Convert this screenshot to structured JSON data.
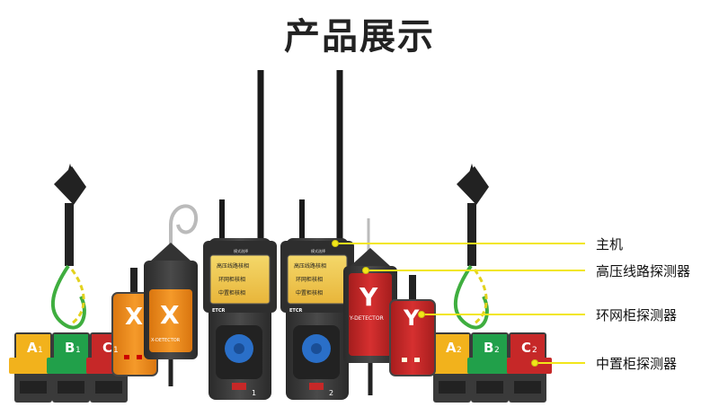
{
  "title": "产品展示",
  "callouts": [
    {
      "id": "host",
      "label": "主机"
    },
    {
      "id": "hv",
      "label": "高压线路探测器"
    },
    {
      "id": "ring",
      "label": "环网柜探测器"
    },
    {
      "id": "mid",
      "label": "中置柜探测器"
    }
  ],
  "device": {
    "brand": "ETCR",
    "screen_header": "模式选择",
    "menu": [
      "高压线路核相",
      "环网柜核相",
      "中置柜核相"
    ],
    "unit_numbers": [
      "1",
      "2"
    ]
  },
  "detectors": {
    "x_letter": "X",
    "y_letter": "Y",
    "x_tag": "X-DETECTOR",
    "y_tag": "Y-DETECTOR"
  },
  "phase_modules": {
    "left": [
      {
        "letter": "A",
        "num": "1",
        "color": "#f2b21c"
      },
      {
        "letter": "B",
        "num": "1",
        "color": "#21a04a"
      },
      {
        "letter": "C",
        "num": "1",
        "color": "#c62828"
      }
    ],
    "right": [
      {
        "letter": "A",
        "num": "2",
        "color": "#f2b21c"
      },
      {
        "letter": "B",
        "num": "2",
        "color": "#21a04a"
      },
      {
        "letter": "C",
        "num": "2",
        "color": "#c62828"
      }
    ]
  },
  "colors": {
    "accent": "#f2e61a",
    "orange": "#f08c1a",
    "red": "#c62828",
    "green": "#21a04a",
    "yellow": "#f2b21c",
    "screen_blue": "#2a6fc8"
  }
}
